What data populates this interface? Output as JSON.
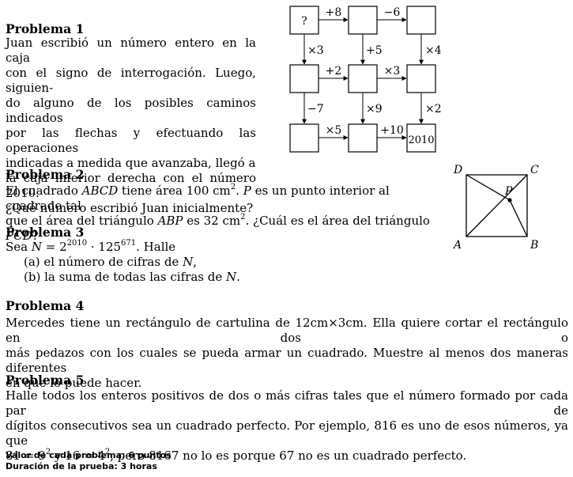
{
  "p1": {
    "title": "Problema 1",
    "lines": [
      "Juan escribió un número entero en la caja",
      "con el signo de interrogación. Luego, siguien-",
      "do alguno de los posibles caminos indicados",
      "por las flechas y efectuando las operaciones",
      "indicadas a medida que avanzaba, llegó a",
      "la caja inferior derecha con el número 2010.",
      "¿Qué número escribió Juan inicialmente?"
    ],
    "diagram": {
      "start_box": "?",
      "end_box": "2010",
      "h_ops": [
        "+8",
        "−6",
        "+2",
        "×3",
        "×5",
        "+10"
      ],
      "v_ops": [
        "×3",
        "+5",
        "×4",
        "−7",
        "×9",
        "×2"
      ]
    }
  },
  "p2": {
    "title": "Problema 2",
    "line1": {
      "a": "El cuadrado ",
      "b": "ABCD",
      "c": " tiene área 100 cm",
      "d": "2",
      "e": ". ",
      "f": "P",
      "g": " es un punto interior al cuadrado tal"
    },
    "line2": {
      "a": "que el área del triángulo ",
      "b": "ABP",
      "c": " es 32 cm",
      "d": "2",
      "e": ". ¿Cuál es el área del triángulo ",
      "f": "PCD",
      "g": "?"
    },
    "figure": {
      "A": "A",
      "B": "B",
      "C": "C",
      "D": "D",
      "P": "P"
    }
  },
  "p3": {
    "title": "Problema 3",
    "line1": {
      "a": "Sea ",
      "N": "N",
      "b": " = 2",
      "e1": "2010",
      "c": " · 125",
      "e2": "671",
      "d": ". Halle"
    },
    "item_a": {
      "a": "(a) el número de cifras de ",
      "N": "N",
      "b": ","
    },
    "item_b": {
      "a": "(b) la suma de todas las cifras de ",
      "N": "N",
      "b": "."
    }
  },
  "p4": {
    "title": "Problema 4",
    "lines": [
      "Mercedes tiene un rectángulo de cartulina de 12cm×3cm. Ella quiere cortar el rectángulo en dos o",
      "más pedazos con los cuales se pueda armar un cuadrado. Muestre al menos dos maneras diferentes",
      "en que lo puede hacer."
    ]
  },
  "p5": {
    "title": "Problema 5",
    "line1": "Halle todos los enteros positivos de dos o más cifras tales que el número formado por cada par de",
    "line2": "dígitos consecutivos sea un cuadrado perfecto. Por ejemplo, 816 es uno de esos números, ya que",
    "line3": {
      "a": "81 = 9",
      "e1": "2",
      "b": " y 16 = 4",
      "e2": "2",
      "c": ", pero 8167 no lo es porque 67 no es un cuadrado perfecto."
    }
  },
  "footer": {
    "value": "Valor de cada problema: 6 puntos",
    "duration": "Duración de la prueba: 3 horas"
  }
}
